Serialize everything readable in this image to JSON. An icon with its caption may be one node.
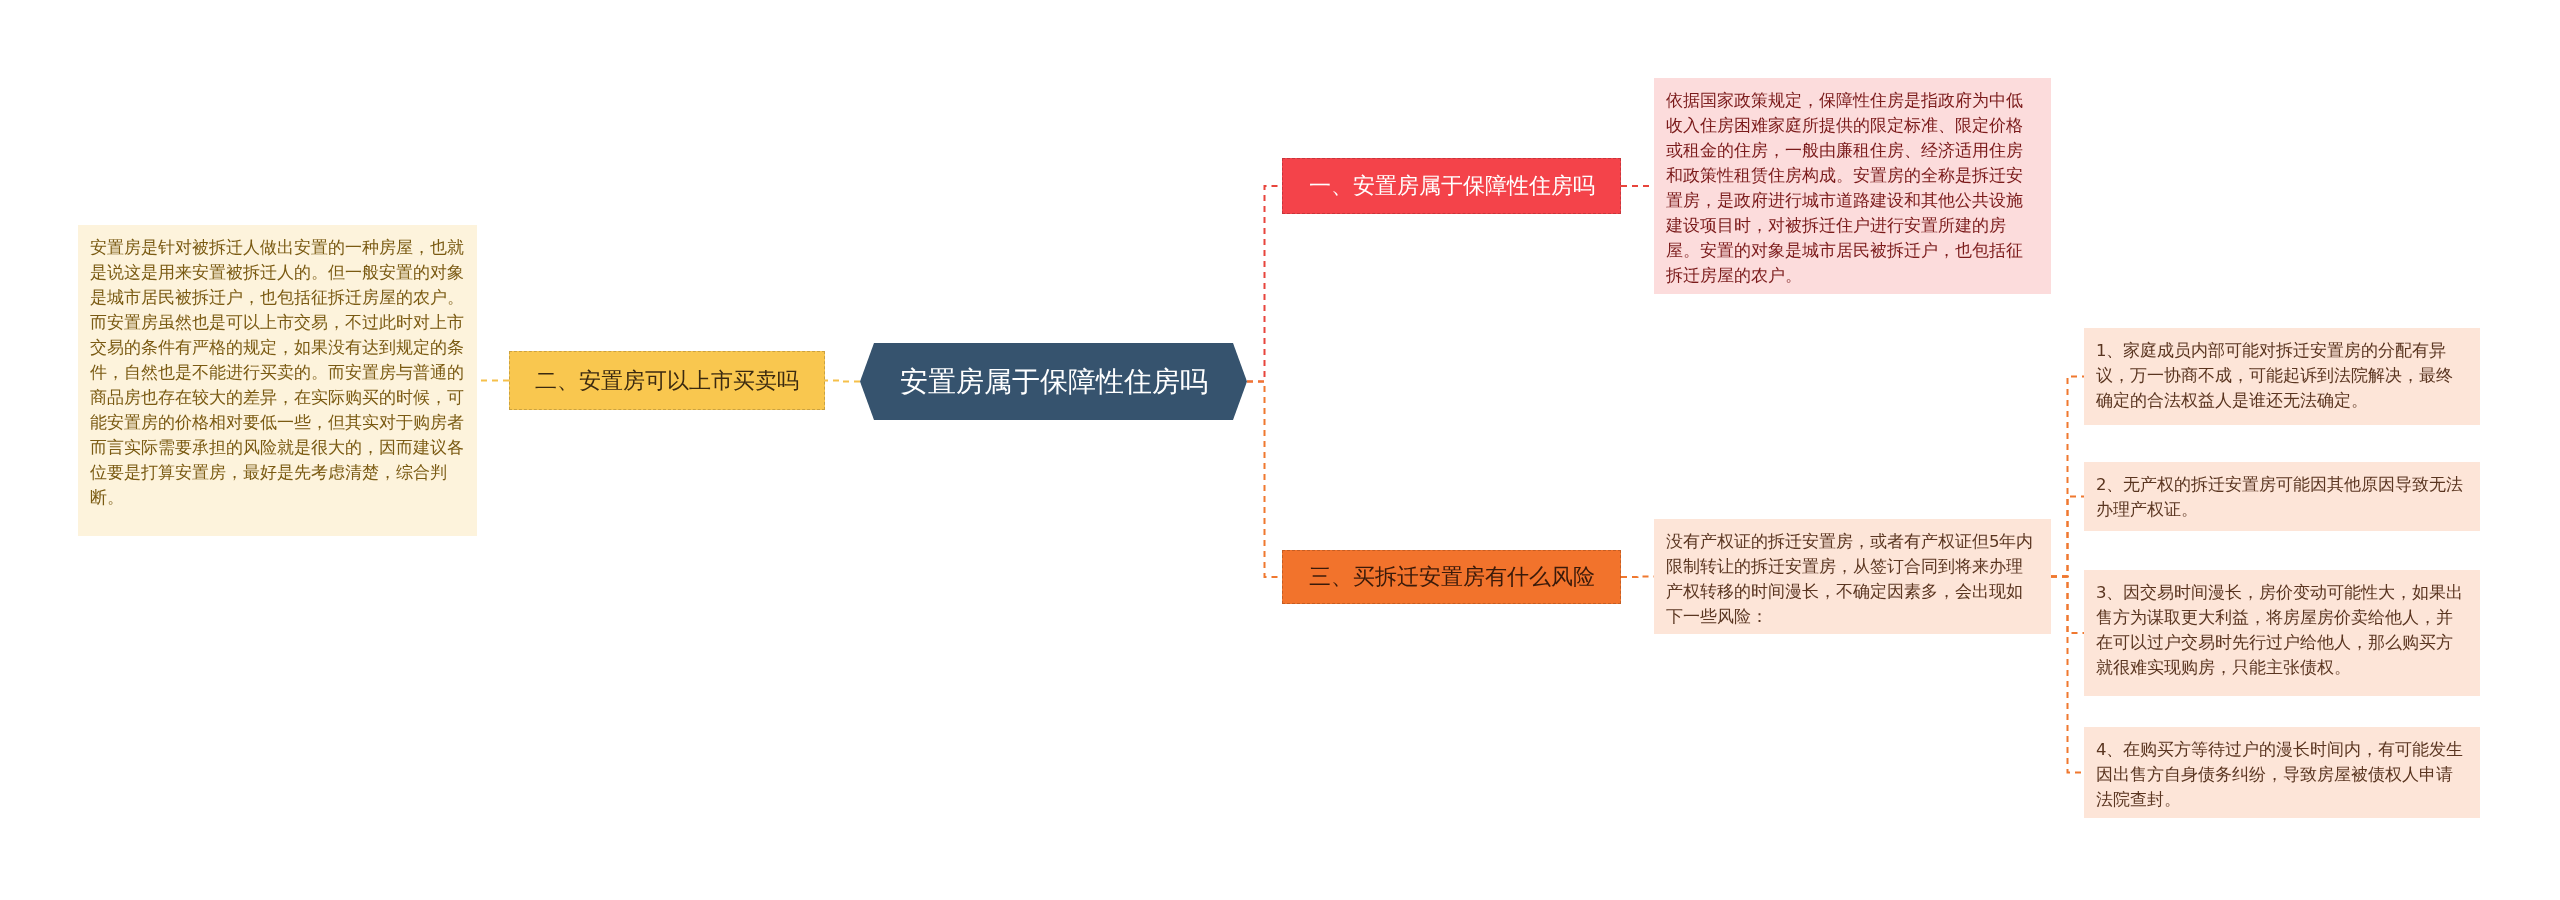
{
  "diagram": {
    "nodes": [
      {
        "text": [
          "安置房属于保障性住房吗"
        ]
      },
      {
        "text": [
          "一、安置房属于保障性住房吗"
        ]
      },
      {
        "text": [
          "二、安置房可以上市买卖吗"
        ]
      },
      {
        "text": [
          "三、买拆迁安置房有什么风险"
        ]
      },
      {
        "text": [
          "依据国家政策规定，保障性住房是指政府为中低收入住房困难家庭所提供的限定标准、限定价格或租金的住房，一般由廉租住房、经济适用住房和政策性租赁住房构成。安置房的全称是拆迁安置房，是政府进行城市道路建设和其他公共设施建设项目时，对被拆迁住户进行安置所建的房屋。安置的对象是城市居民被拆迁户，也包括征拆迁房屋的农户。"
        ]
      },
      {
        "text": [
          "安置房是针对被拆迁人做出安置的一种房屋，也就是说这是用来安置被拆迁人的。但一般安置的对象是城市居民被拆迁户，也包括征拆迁房屋的农户。而安置房虽然也是可以上市交易，不过此时对上市交易的条件有严格的规定，如果没有达到规定的条件，自然也是不能进行买卖的。而安置房与普通的商品房也存在较大的差异，在实际购买的时候，可能安置房的价格相对要低一些，但其实对于购房者而言实际需要承担的风险就是很大的，因而建议各位要是打算安置房，最好是先考虑清楚，综合判断。"
        ]
      },
      {
        "text": [
          "没有产权证的拆迁安置房，或者有产权证但5年内限制转让的拆迁安置房，从签订合同到将来办理产权转移的时间漫长，不确定因素多，会出现如下一些风险："
        ]
      },
      {
        "text": [
          "1、家庭成员内部可能对拆迁安置房的分配有异议，万一协商不成，可能起诉到法院解决，最终确定的合法权益人是谁还无法确定。"
        ]
      },
      {
        "text": [
          "2、无产权的拆迁安置房可能因其他原因导致无法办理产权证。"
        ]
      },
      {
        "text": [
          "3、因交易时间漫长，房价变动可能性大，如果出售方为谋取更大利益，将房屋房价卖给他人，并在可以过户交易时先行过户给他人，那么购买方就很难实现购房，只能主张债权。"
        ]
      },
      {
        "text": [
          "4、在购买方等待过户的漫长时间内，有可能发生因出售方自身债务纠纷，导致房屋被债权人申请法院查封。"
        ]
      }
    ],
    "edges": [
      {
        "from": 0,
        "to": 1,
        "arrow": "none",
        "style": "dashed",
        "color": "#e8453c"
      },
      {
        "from": 0,
        "to": 2,
        "arrow": "none",
        "style": "dashed",
        "color": "#f5c04a"
      },
      {
        "from": 0,
        "to": 3,
        "arrow": "none",
        "style": "dashed",
        "color": "#f0782f"
      },
      {
        "from": 1,
        "to": 4,
        "arrow": "none",
        "style": "dashed",
        "color": "#e8453c"
      },
      {
        "from": 2,
        "to": 5,
        "arrow": "none",
        "style": "dashed",
        "color": "#f5c04a"
      },
      {
        "from": 3,
        "to": 6,
        "arrow": "none",
        "style": "dashed",
        "color": "#f0782f"
      },
      {
        "from": 6,
        "to": 7,
        "arrow": "none",
        "style": "dashed",
        "color": "#f0782f"
      },
      {
        "from": 6,
        "to": 8,
        "arrow": "none",
        "style": "dashed",
        "color": "#f0782f"
      },
      {
        "from": 6,
        "to": 9,
        "arrow": "none",
        "style": "dashed",
        "color": "#f0782f"
      },
      {
        "from": 6,
        "to": 10,
        "arrow": "none",
        "style": "dashed",
        "color": "#f0782f"
      }
    ]
  }
}
